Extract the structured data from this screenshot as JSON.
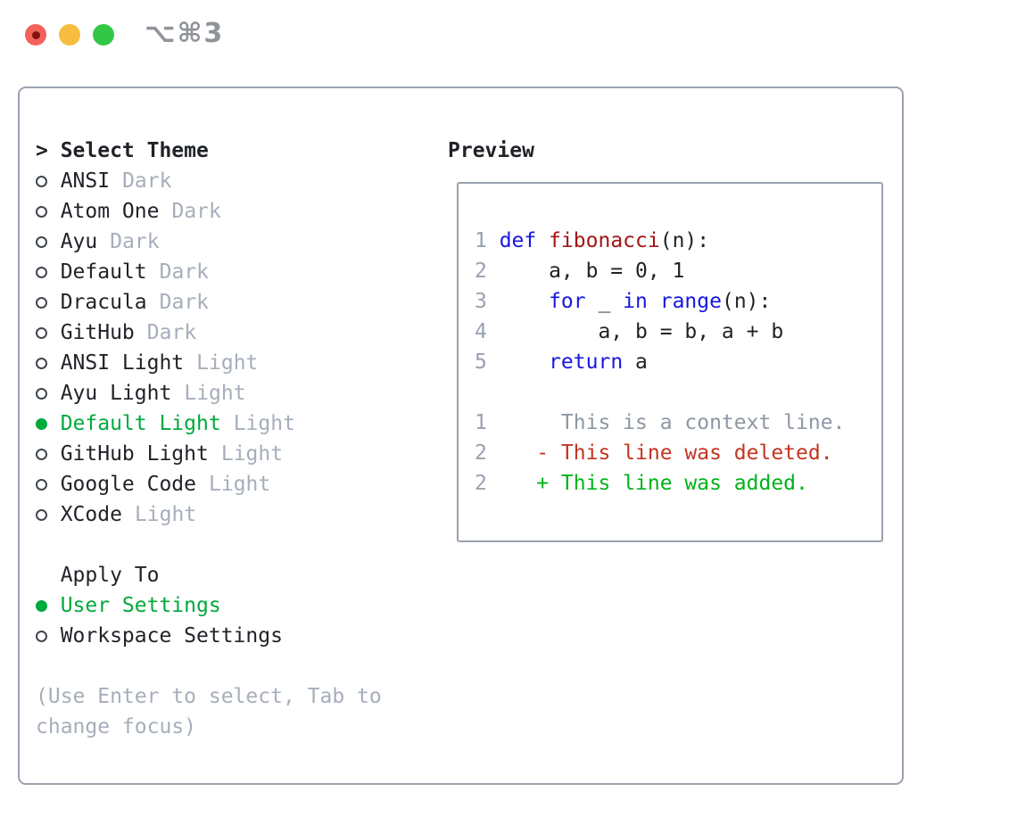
{
  "window": {
    "shortcut_label": "⌥⌘3"
  },
  "traffic_lights": {
    "close": "#f4615b",
    "minimize": "#f7bd40",
    "zoom": "#33c748",
    "close_inner_dot": "#7e150e"
  },
  "theme_panel": {
    "title_prefix": ">",
    "title": "Select Theme",
    "items": [
      {
        "label": "ANSI",
        "tag": "Dark",
        "selected": false
      },
      {
        "label": "Atom One",
        "tag": "Dark",
        "selected": false
      },
      {
        "label": "Ayu",
        "tag": "Dark",
        "selected": false
      },
      {
        "label": "Default",
        "tag": "Dark",
        "selected": false
      },
      {
        "label": "Dracula",
        "tag": "Dark",
        "selected": false
      },
      {
        "label": "GitHub",
        "tag": "Dark",
        "selected": false
      },
      {
        "label": "ANSI Light",
        "tag": "Light",
        "selected": false
      },
      {
        "label": "Ayu Light",
        "tag": "Light",
        "selected": false
      },
      {
        "label": "Default Light",
        "tag": "Light",
        "selected": true
      },
      {
        "label": "GitHub Light",
        "tag": "Light",
        "selected": false
      },
      {
        "label": "Google Code",
        "tag": "Light",
        "selected": false
      },
      {
        "label": "XCode",
        "tag": "Light",
        "selected": false
      }
    ],
    "apply_to": {
      "title": "Apply To",
      "options": [
        {
          "label": "User Settings",
          "selected": true
        },
        {
          "label": "Workspace Settings",
          "selected": false
        }
      ]
    },
    "help_text": "(Use Enter to select, Tab to change focus)"
  },
  "preview": {
    "title": "Preview",
    "code_lines": [
      {
        "num": "1",
        "segments": [
          {
            "text": "def",
            "color": "keyword"
          },
          {
            "text": " ",
            "color": "plain"
          },
          {
            "text": "fibonacci",
            "color": "function"
          },
          {
            "text": "(n):",
            "color": "plain"
          }
        ]
      },
      {
        "num": "2",
        "segments": [
          {
            "text": "    a, b = 0, 1",
            "color": "plain"
          }
        ]
      },
      {
        "num": "3",
        "segments": [
          {
            "text": "    ",
            "color": "plain"
          },
          {
            "text": "for",
            "color": "keyword"
          },
          {
            "text": " _ ",
            "color": "plain"
          },
          {
            "text": "in",
            "color": "keyword"
          },
          {
            "text": " ",
            "color": "plain"
          },
          {
            "text": "range",
            "color": "keyword"
          },
          {
            "text": "(n):",
            "color": "plain"
          }
        ]
      },
      {
        "num": "4",
        "segments": [
          {
            "text": "        a, b = b, a + b",
            "color": "plain"
          }
        ]
      },
      {
        "num": "5",
        "segments": [
          {
            "text": "    ",
            "color": "plain"
          },
          {
            "text": "return",
            "color": "keyword"
          },
          {
            "text": " a",
            "color": "plain"
          }
        ]
      },
      {
        "num": "",
        "segments": []
      },
      {
        "num": "1",
        "segments": [
          {
            "text": "     This is a context line.",
            "color": "context"
          }
        ]
      },
      {
        "num": "2",
        "segments": [
          {
            "text": "   - This line was deleted.",
            "color": "deleted"
          }
        ]
      },
      {
        "num": "2",
        "segments": [
          {
            "text": "   + This line was added.",
            "color": "added"
          }
        ]
      }
    ]
  },
  "colors": {
    "accent_green": "#00a93c",
    "added_green": "#00b31a",
    "deleted_red": "#c43420",
    "keyword_blue": "#1717e0",
    "function_red": "#a31515",
    "line_number_gray": "#98a1b0",
    "muted_gray": "#a6aebb",
    "text_black": "#1f2227",
    "border_gray": "#9aa2ae"
  }
}
